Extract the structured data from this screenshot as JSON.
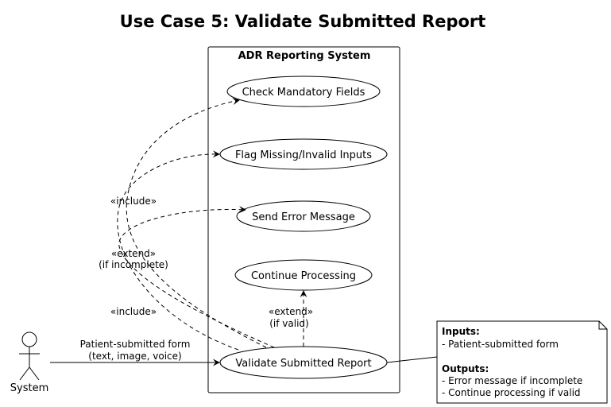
{
  "title": "Use Case 5: Validate Submitted Report",
  "system_boundary": {
    "label": "ADR Reporting System"
  },
  "actor": {
    "label": "System"
  },
  "use_cases": {
    "check": "Check Mandatory Fields",
    "flag": "Flag Missing/Invalid Inputs",
    "send": "Send Error Message",
    "continue": "Continue Processing",
    "validate": "Validate Submitted Report"
  },
  "relations": {
    "actor_label_1": "Patient-submitted form",
    "actor_label_2": "(text, image, voice)",
    "include_1": "«include»",
    "include_2": "«include»",
    "extend_incomplete_1": "«extend»",
    "extend_incomplete_2": "(if incomplete)",
    "extend_valid_1": "«extend»",
    "extend_valid_2": "(if valid)"
  },
  "note": {
    "inputs_heading": "Inputs:",
    "inputs_item": "- Patient-submitted form",
    "outputs_heading": "Outputs:",
    "outputs_item_1": "- Error message if incomplete",
    "outputs_item_2": "- Continue processing if valid"
  }
}
